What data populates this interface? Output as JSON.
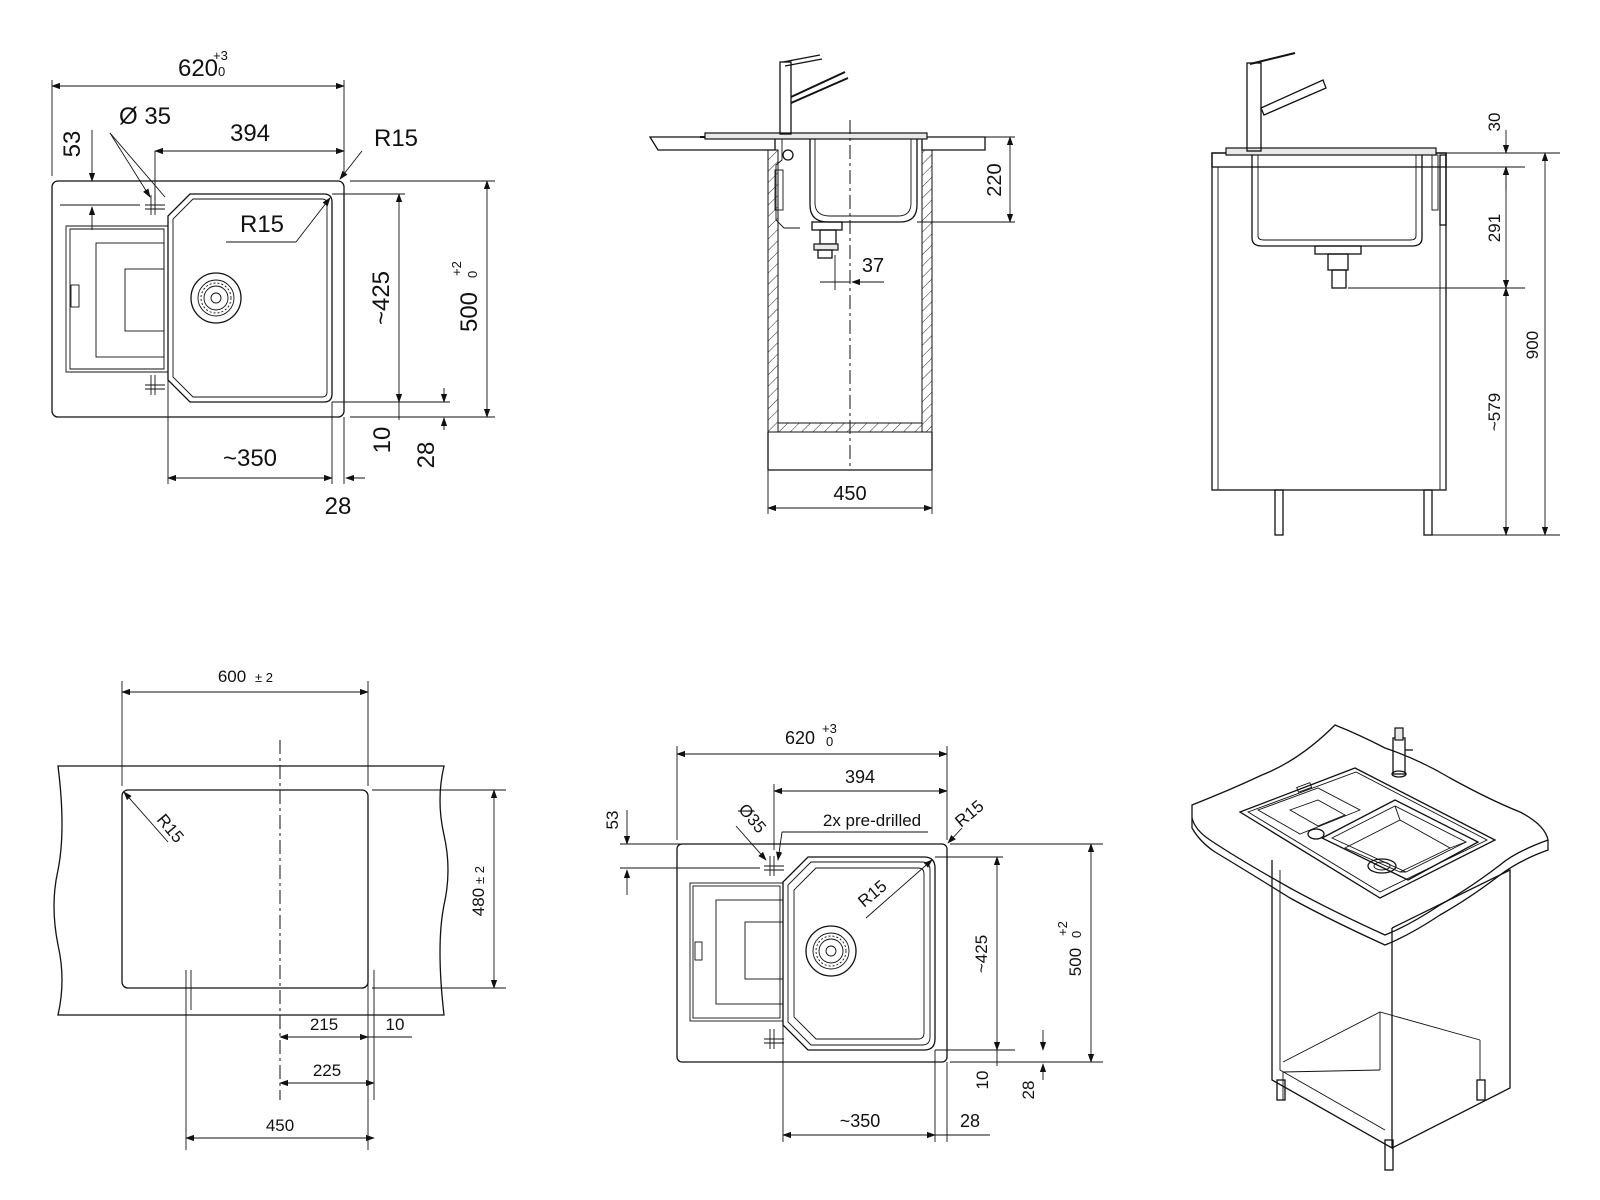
{
  "views": {
    "top_view": {
      "width": "620",
      "width_tol_upper": "+3",
      "width_tol_lower": "0",
      "hole_dia": "Ø 35",
      "offset_53": "53",
      "bowl_w": "394",
      "radius_outer": "R15",
      "radius_inner": "R15",
      "depth_425": "~425",
      "depth": "500",
      "depth_tol_upper": "+2",
      "depth_tol_lower": "0",
      "gap_10": "10",
      "gap_28_v": "28",
      "drainer_350": "~350",
      "gap_28_h": "28"
    },
    "section_view": {
      "depth_220": "220",
      "offset_37": "37",
      "cabinet_450": "450"
    },
    "side_view": {
      "d30": "30",
      "d291": "291",
      "d579": "~579",
      "d900": "900"
    },
    "cutout_view": {
      "width": "600",
      "width_tol": "± 2",
      "height": "480",
      "height_tol": "± 2",
      "radius": "R15",
      "d215": "215",
      "d10": "10",
      "d225": "225",
      "d450": "450"
    },
    "top_view_2": {
      "width": "620",
      "width_tol_upper": "+3",
      "width_tol_lower": "0",
      "bowl_w": "394",
      "offset_53": "53",
      "hole_dia": "Ø35",
      "note": "2x pre-drilled",
      "radius_outer": "R15",
      "radius_inner": "R15",
      "depth_425": "~425",
      "depth": "500",
      "depth_tol_upper": "+2",
      "depth_tol_lower": "0",
      "gap_10": "10",
      "gap_28_v": "28",
      "drainer_350": "~350",
      "gap_28_h": "28"
    }
  }
}
